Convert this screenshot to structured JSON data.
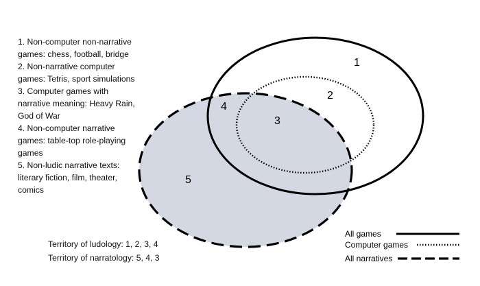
{
  "list": [
    "1. Non-computer non-narrative games: chess, football, bridge",
    "2. Non-narrative computer games: Tetris, sport simulations",
    "3. Computer games with narrative meaning: Heavy Rain, God of War",
    "4. Non-computer narrative games: table-top role-playing games",
    "5. Non-ludic narrative texts: literary fiction, film, theater, comics"
  ],
  "territories": {
    "ludology": "Territory of ludology:  1, 2, 3, 4",
    "narratology": "Territory of narratology: 5, 4, 3"
  },
  "regions": {
    "r1": "1",
    "r2": "2",
    "r3": "3",
    "r4": "4",
    "r5": "5"
  },
  "legend": {
    "all_games": "All games",
    "computer_games": "Computer games",
    "all_narratives": "All narratives"
  },
  "colors": {
    "narratives_fill": "#d4d8e3",
    "stroke": "#000000"
  }
}
